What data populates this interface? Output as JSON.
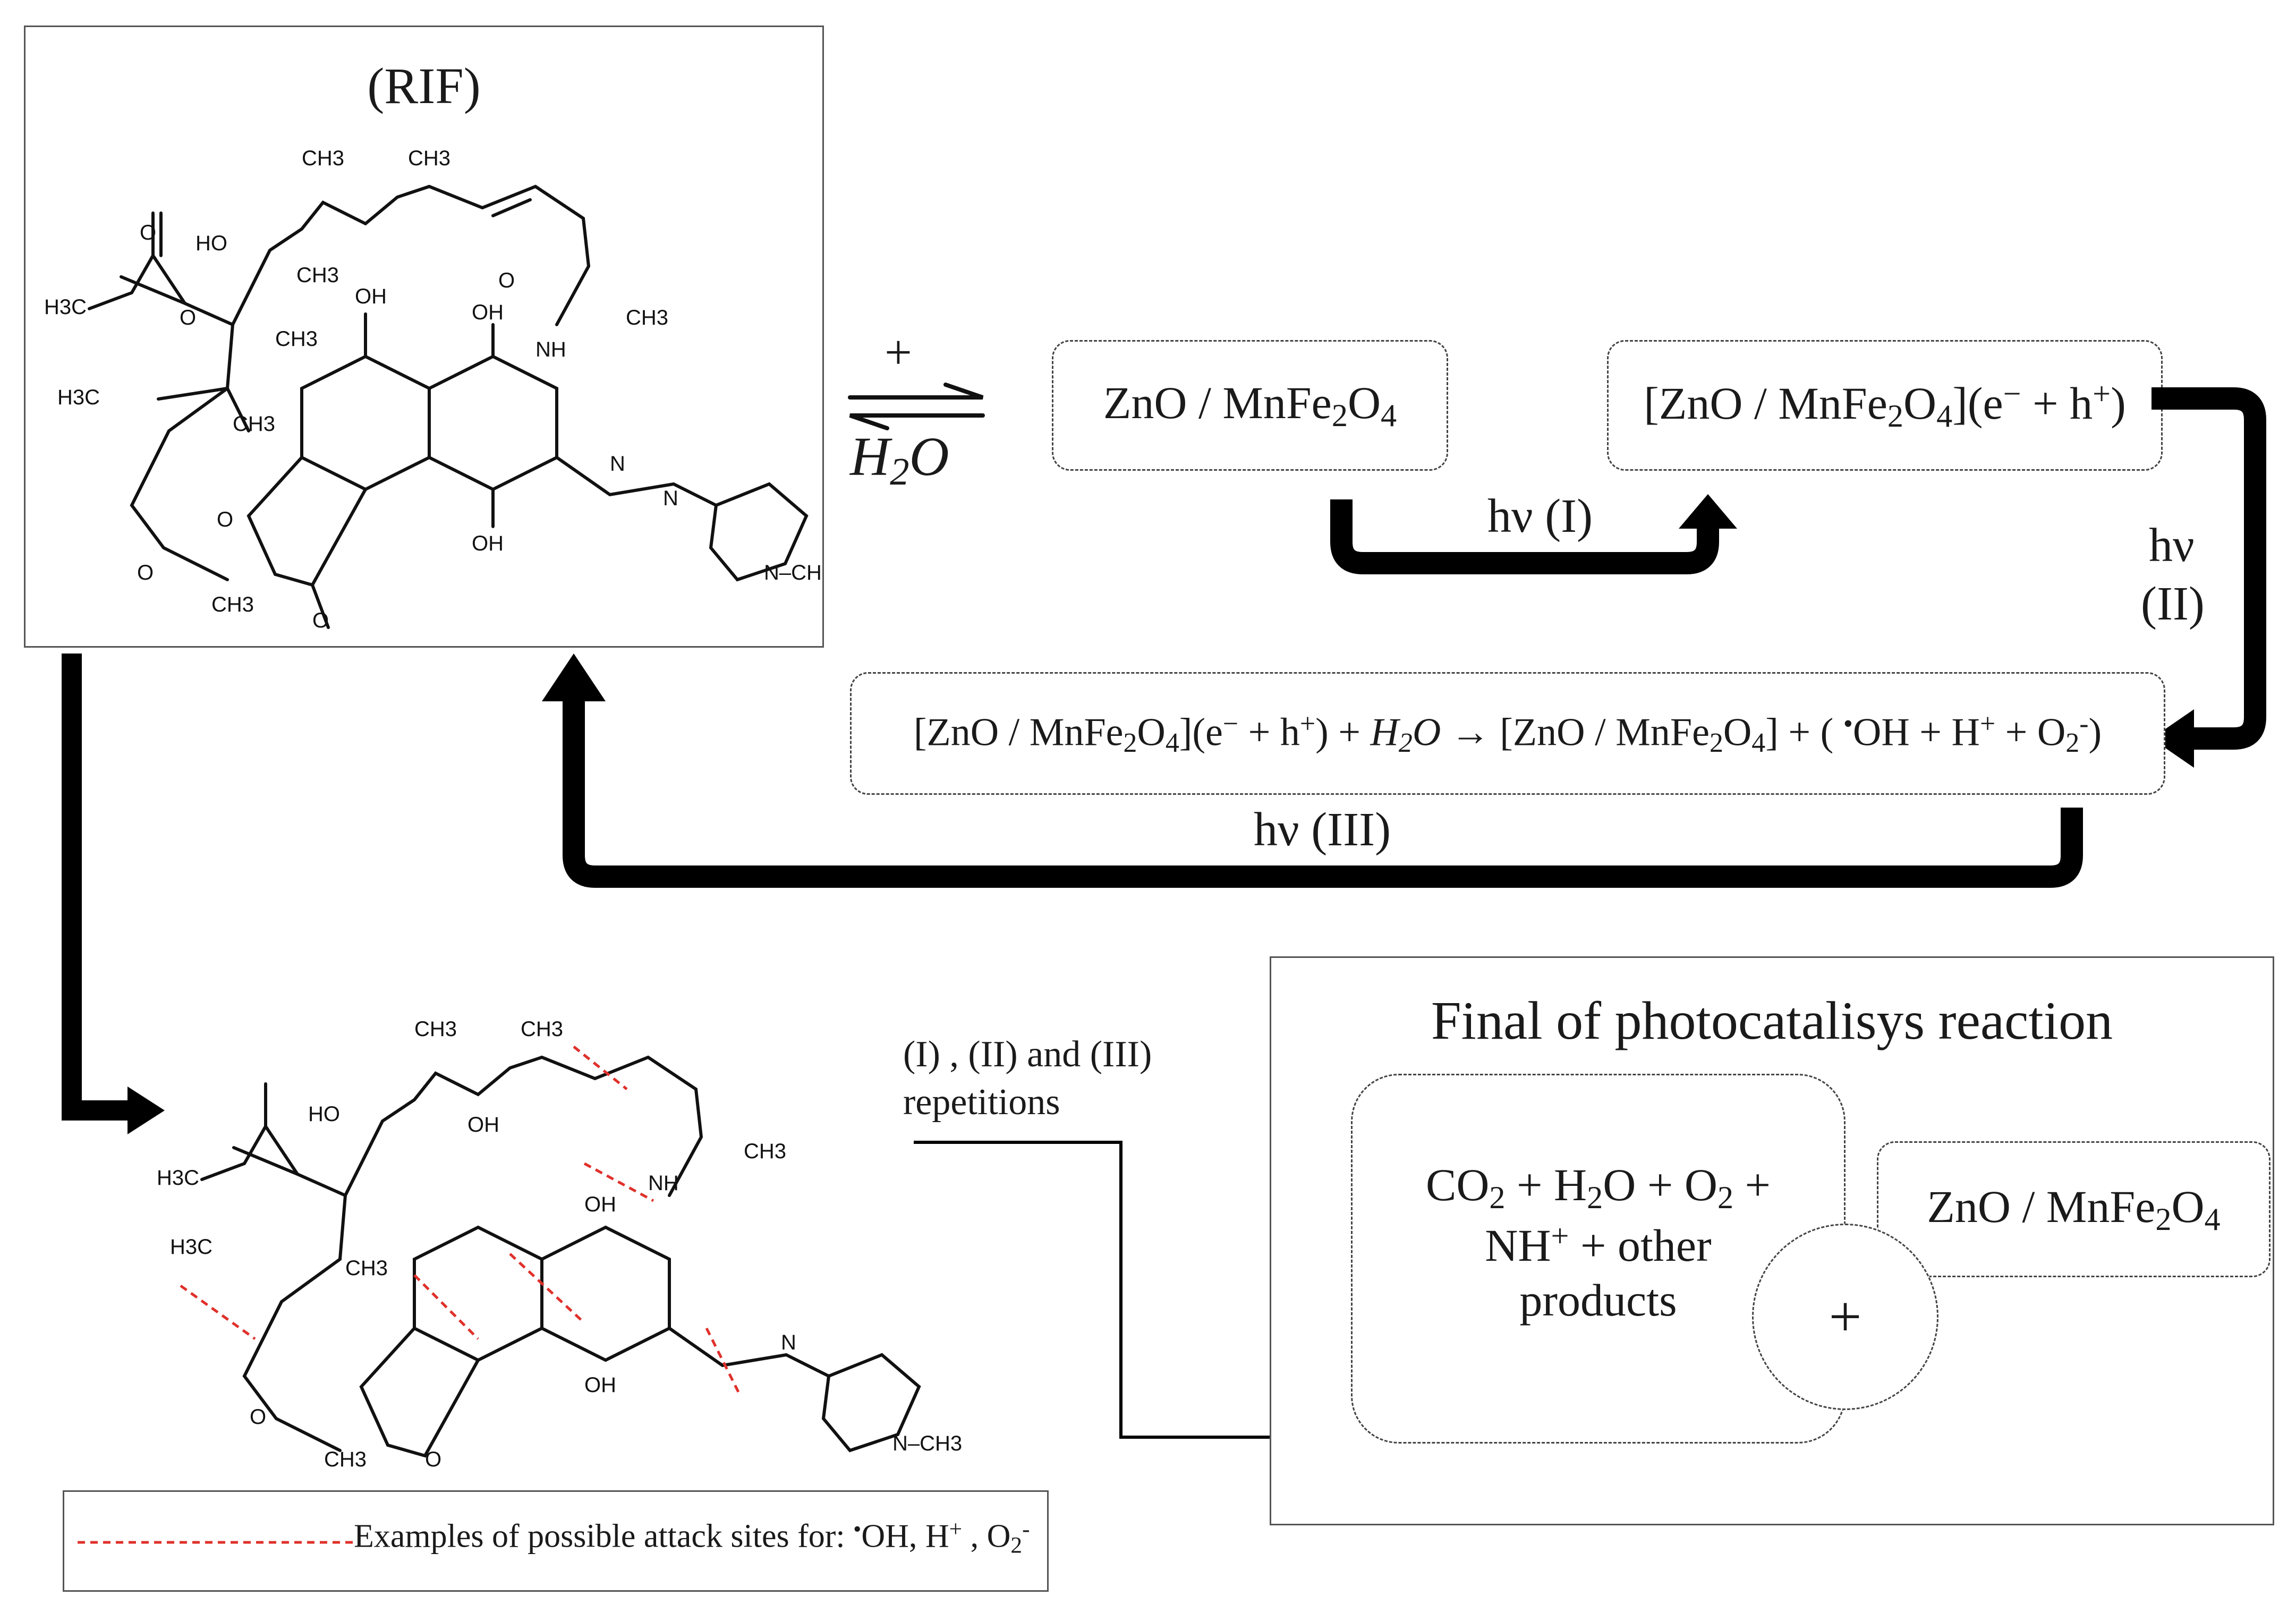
{
  "rif_panel": {
    "title": "(RIF)"
  },
  "equilibrium": {
    "plus": "+",
    "reagent": "H2O",
    "reagent_base": "H",
    "reagent_sub": "2",
    "reagent_tail": "O"
  },
  "catalyst": {
    "name": "ZnO / MnFe2O4",
    "a": "ZnO / MnFe",
    "b": "2",
    "c": "O",
    "d": "4"
  },
  "excited": {
    "a": "[ZnO / MnFe",
    "b": "2",
    "c": "O",
    "d": "4",
    "e": "](e",
    "f": "−",
    "g": " + h",
    "h": "+",
    "i": ")"
  },
  "step1": {
    "label": "hν   (I)"
  },
  "step2": {
    "label_top": "hν",
    "label_bottom": "(II)"
  },
  "step3": {
    "label": "hν   (III)"
  },
  "reaction": {
    "p1": "[ZnO / MnFe",
    "p1s": "2",
    "p1b": "O",
    "p1s2": "4",
    "p1c": "](e",
    "p1sup": "−",
    "p1d": " + h",
    "p1sup2": "+",
    "p1e": ")  +  ",
    "water_h": "H",
    "water_s": "2",
    "water_o": "O",
    "arrow": " → ",
    "p2": "[ZnO / MnFe",
    "p2s": "2",
    "p2b": "O",
    "p2s2": "4",
    "p2c": "] + ( ",
    "dot": "•",
    "oh": "OH + H",
    "oh_sup": "+",
    "plus_o": " + O",
    "o_sub": "2",
    "o_sup": "-",
    "end": ")"
  },
  "repetitions": {
    "line1": "(I) , (II) and (III)",
    "line2": "repetitions"
  },
  "final_panel": {
    "title": "Final of photocatalisys reaction",
    "products_l1a": "CO",
    "products_l1s": "2",
    "products_l1b": " + H",
    "products_l1s2": "2",
    "products_l1c": "O + O",
    "products_l1s3": "2",
    "products_l1d": " +",
    "products_l2a": "NH",
    "products_l2sup": "+",
    "products_l2b": " + other",
    "products_l3": "products",
    "plus": "+",
    "cat_a": "ZnO / MnFe",
    "cat_b": "2",
    "cat_c": "O",
    "cat_d": "4"
  },
  "legend": {
    "text": "Examples of possible attack sites for:  ",
    "dot": "•",
    "oh": "OH,  H",
    "h_sup": "+",
    "sep": " , O",
    "o_sub": "2",
    "o_sup": "-",
    "line_color": "#e0302a"
  },
  "molecule_labels": {
    "ch3": "CH3",
    "h3c": "H3C",
    "ho": "HO",
    "oh": "OH",
    "o": "O",
    "nh": "NH",
    "n": "N",
    "nch3": "N–CH3"
  }
}
